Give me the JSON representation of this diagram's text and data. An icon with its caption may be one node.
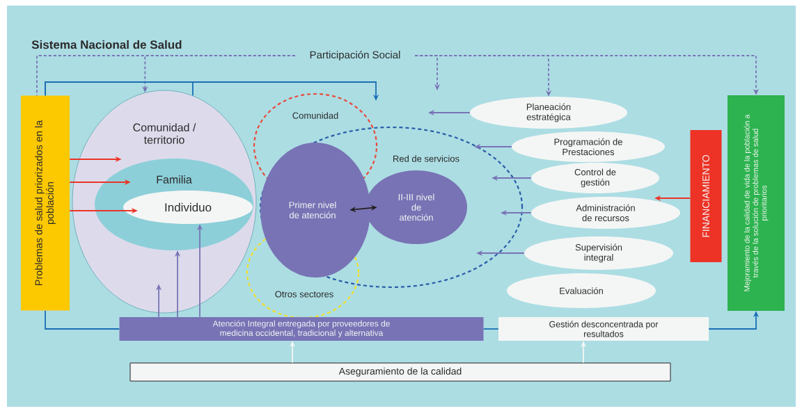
{
  "diagram": {
    "title": "Sistema Nacional de Salud",
    "nodes": [
      {
        "text": [
          "Problemas de salud priorizados en la población"
        ]
      },
      {
        "text": [
          "Comunidad / territorio"
        ]
      },
      {
        "text": [
          "Familia"
        ],
        "in": 1
      },
      {
        "text": [
          "Individuo"
        ],
        "in": 2
      },
      {
        "text": [
          "Comunidad"
        ]
      },
      {
        "text": [
          "Red de servicios"
        ]
      },
      {
        "text": [
          "Otros sectores"
        ]
      },
      {
        "text": [
          "Primer nivel de atención"
        ],
        "in": 5
      },
      {
        "text": [
          "II-III nivel de atención"
        ],
        "in": 5
      },
      {
        "text": [
          "Planeación estratégica"
        ]
      },
      {
        "text": [
          "Programación de Prestaciones"
        ]
      },
      {
        "text": [
          "Control de gestión"
        ]
      },
      {
        "text": [
          "Administración de recursos"
        ]
      },
      {
        "text": [
          "Supervisión integral"
        ]
      },
      {
        "text": [
          "Evaluación"
        ]
      },
      {
        "text": [
          "FINANCIAMIENTO"
        ]
      },
      {
        "text": [
          "Mejoramiento de la calidad de vida de la población a través de la solución de problemas de salud prioritarios"
        ]
      },
      {
        "text": [
          "Atención Integral entregada por proveedores de medicina occidental, tradicional y alternativa"
        ]
      },
      {
        "text": [
          "Gestión desconcentrada por resultados"
        ]
      },
      {
        "text": [
          "Aseguramiento de la calidad"
        ]
      },
      {
        "text": [
          "Participación Social"
        ]
      }
    ],
    "edges": [
      {
        "from": 20,
        "to": 0,
        "arrow": "none",
        "style": "dashed"
      },
      {
        "from": 20,
        "to": 1,
        "arrow": "to",
        "style": "dashed"
      },
      {
        "from": 20,
        "to": null,
        "arrow": "to",
        "style": "dashed"
      },
      {
        "from": 20,
        "to": 9,
        "arrow": "to",
        "style": "dashed"
      },
      {
        "from": 20,
        "to": 16,
        "arrow": "to",
        "style": "dashed"
      },
      {
        "from": 0,
        "to": 1,
        "arrow": "none",
        "color": "#1a6fb5"
      },
      {
        "from": 0,
        "to": null,
        "arrow": "to",
        "color": "#1a6fb5"
      },
      {
        "from": 0,
        "to": 1,
        "arrow": "to",
        "color": "#ec3326"
      },
      {
        "from": 0,
        "to": 2,
        "arrow": "to",
        "color": "#ec3326"
      },
      {
        "from": 0,
        "to": 3,
        "arrow": "to",
        "color": "#ec3326"
      },
      {
        "from": 17,
        "to": 1,
        "arrow": "to"
      },
      {
        "from": 17,
        "to": 2,
        "arrow": "to"
      },
      {
        "from": 17,
        "to": 3,
        "arrow": "to"
      },
      {
        "from": 7,
        "to": 8,
        "arrow": "both",
        "color": "#231f20"
      },
      {
        "from": 9,
        "to": null,
        "arrow": "to"
      },
      {
        "from": 10,
        "to": 5,
        "arrow": "to"
      },
      {
        "from": 11,
        "to": 5,
        "arrow": "to"
      },
      {
        "from": 12,
        "to": 5,
        "arrow": "to"
      },
      {
        "from": 13,
        "to": 5,
        "arrow": "to"
      },
      {
        "from": 15,
        "to": 12,
        "arrow": "to",
        "color": "#ec3326"
      },
      {
        "from": 0,
        "to": 17,
        "arrow": "none",
        "color": "#1a6fb5"
      },
      {
        "from": 17,
        "to": 18,
        "arrow": "none",
        "color": "#1a6fb5"
      },
      {
        "from": 18,
        "to": 16,
        "arrow": "to",
        "color": "#1a6fb5"
      },
      {
        "from": 19,
        "to": 17,
        "arrow": "to",
        "color": "#f4f6f5"
      },
      {
        "from": 19,
        "to": 18,
        "arrow": "to",
        "color": "#f4f6f5"
      }
    ]
  }
}
